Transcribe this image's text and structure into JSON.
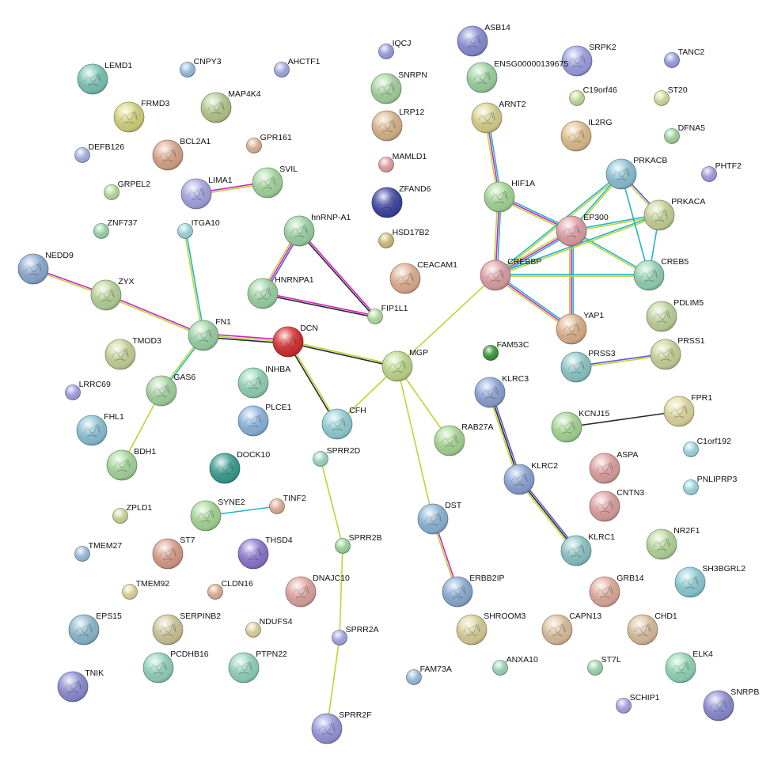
{
  "edge_types": {
    "database": "#21b5c9",
    "experimental": "#d41ec8",
    "textmining": "#bcd634",
    "coexpression": "#2a2a2a",
    "homology": "#5a5ad0"
  },
  "nodes": [
    {
      "id": "LEMD1",
      "label": "LEMD1",
      "size": "large",
      "color": "#7ec8b8"
    },
    {
      "id": "CNPY3",
      "label": "CNPY3",
      "size": "small",
      "color": "#9dc2e2"
    },
    {
      "id": "AHCTF1",
      "label": "AHCTF1",
      "size": "small",
      "color": "#a6afe6"
    },
    {
      "id": "IQCJ",
      "label": "IQCJ",
      "size": "small",
      "color": "#9ea2e6"
    },
    {
      "id": "ASB14",
      "label": "ASB14",
      "size": "large",
      "color": "#8a8fd6"
    },
    {
      "id": "SRPK2",
      "label": "SRPK2",
      "size": "large",
      "color": "#9ea2e6"
    },
    {
      "id": "TANC2",
      "label": "TANC2",
      "size": "small",
      "color": "#9ea2e6"
    },
    {
      "id": "FRMD3",
      "label": "FRMD3",
      "size": "large",
      "color": "#d6d67e"
    },
    {
      "id": "MAP4K4",
      "label": "MAP4K4",
      "size": "large",
      "color": "#b8cc90"
    },
    {
      "id": "SNRPN",
      "label": "SNRPN",
      "size": "large",
      "color": "#a7d6a0"
    },
    {
      "id": "ENSG",
      "label": "ENSG00000139675",
      "size": "large",
      "color": "#9ed6a2"
    },
    {
      "id": "C19orf46",
      "label": "C19orf46",
      "size": "small",
      "color": "#c8e2a0"
    },
    {
      "id": "ST20",
      "label": "ST20",
      "size": "small",
      "color": "#d6e2a0"
    },
    {
      "id": "DEFB126",
      "label": "DEFB126",
      "size": "small",
      "color": "#a9b8e6"
    },
    {
      "id": "BCL2A1",
      "label": "BCL2A1",
      "size": "large",
      "color": "#dba88a"
    },
    {
      "id": "GPR161",
      "label": "GPR161",
      "size": "small",
      "color": "#e2b89a"
    },
    {
      "id": "LRP12",
      "label": "LRP12",
      "size": "large",
      "color": "#dcb88e"
    },
    {
      "id": "ARNT2",
      "label": "ARNT2",
      "size": "large",
      "color": "#dcd490"
    },
    {
      "id": "IL2RG",
      "label": "IL2RG",
      "size": "large",
      "color": "#e2c28e"
    },
    {
      "id": "DFNA5",
      "label": "DFNA5",
      "size": "small",
      "color": "#a6daa0"
    },
    {
      "id": "GRPEL2",
      "label": "GRPEL2",
      "size": "small",
      "color": "#bce2a0"
    },
    {
      "id": "LIMA1",
      "label": "LIMA1",
      "size": "large",
      "color": "#a8a8e6"
    },
    {
      "id": "SVIL",
      "label": "SVIL",
      "size": "large",
      "color": "#a6daa0"
    },
    {
      "id": "MAMLD1",
      "label": "MAMLD1",
      "size": "small",
      "color": "#e8a4a4"
    },
    {
      "id": "ZFAND6",
      "label": "ZFAND6",
      "size": "large",
      "color": "#3e46a6"
    },
    {
      "id": "PRKACB",
      "label": "PRKACB",
      "size": "large",
      "color": "#8ec4d8"
    },
    {
      "id": "PHTF2",
      "label": "PHTF2",
      "size": "small",
      "color": "#a8a2e6"
    },
    {
      "id": "ZNF737",
      "label": "ZNF737",
      "size": "small",
      "color": "#9edab0"
    },
    {
      "id": "ITGA10",
      "label": "ITGA10",
      "size": "small",
      "color": "#a2dce2"
    },
    {
      "id": "hnRNPA1a",
      "label": "hnRNP-A1",
      "size": "large",
      "color": "#9ed6a8"
    },
    {
      "id": "HSD17B2",
      "label": "HSD17B2",
      "size": "small",
      "color": "#d2c27a"
    },
    {
      "id": "HIF1A",
      "label": "HIF1A",
      "size": "large",
      "color": "#a8da96"
    },
    {
      "id": "PRKACA",
      "label": "PRKACA",
      "size": "large",
      "color": "#c8d69a"
    },
    {
      "id": "EP300",
      "label": "EP300",
      "size": "large",
      "color": "#e2a2aa"
    },
    {
      "id": "NEDD9",
      "label": "NEDD9",
      "size": "large",
      "color": "#8eaed4"
    },
    {
      "id": "CEACAM1",
      "label": "CEACAM1",
      "size": "large",
      "color": "#e2b294"
    },
    {
      "id": "HNRNPA1",
      "label": "HNRNPA1",
      "size": "large",
      "color": "#9ed6a8"
    },
    {
      "id": "CREBBP",
      "label": "CREBBP",
      "size": "large",
      "color": "#e0a2a8"
    },
    {
      "id": "CREB5",
      "label": "CREB5",
      "size": "large",
      "color": "#94d6b4"
    },
    {
      "id": "ZYX",
      "label": "ZYX",
      "size": "large",
      "color": "#b8d69a"
    },
    {
      "id": "FIP1L1",
      "label": "FIP1L1",
      "size": "small",
      "color": "#b8e2a8"
    },
    {
      "id": "PDLIM5",
      "label": "PDLIM5",
      "size": "large",
      "color": "#c2d69c"
    },
    {
      "id": "FN1",
      "label": "FN1",
      "size": "large",
      "color": "#9ed6a8"
    },
    {
      "id": "DCN",
      "label": "DCN",
      "size": "large",
      "color": "#d8302e"
    },
    {
      "id": "YAP1",
      "label": "YAP1",
      "size": "large",
      "color": "#e2b48e"
    },
    {
      "id": "TMOD3",
      "label": "TMOD3",
      "size": "large",
      "color": "#c8d69a"
    },
    {
      "id": "PRSS1",
      "label": "PRSS1",
      "size": "large",
      "color": "#ccd69a"
    },
    {
      "id": "FAM53C",
      "label": "FAM53C",
      "size": "small",
      "color": "#3c9a3c"
    },
    {
      "id": "PRSS3",
      "label": "PRSS3",
      "size": "large",
      "color": "#8ecacb"
    },
    {
      "id": "MGP",
      "label": "MGP",
      "size": "large",
      "color": "#c2dc8e"
    },
    {
      "id": "INHBA",
      "label": "INHBA",
      "size": "large",
      "color": "#94d6b8"
    },
    {
      "id": "GAS6",
      "label": "GAS6",
      "size": "large",
      "color": "#a8d8a2"
    },
    {
      "id": "LRRC69",
      "label": "LRRC69",
      "size": "small",
      "color": "#a8a2e6"
    },
    {
      "id": "KLRC3",
      "label": "KLRC3",
      "size": "large",
      "color": "#8ea6d8"
    },
    {
      "id": "FPR1",
      "label": "FPR1",
      "size": "large",
      "color": "#e2dc9e"
    },
    {
      "id": "FHL1",
      "label": "FHL1",
      "size": "large",
      "color": "#8ec4d8"
    },
    {
      "id": "PLCE1",
      "label": "PLCE1",
      "size": "large",
      "color": "#8eb8e2"
    },
    {
      "id": "CFH",
      "label": "CFH",
      "size": "large",
      "color": "#94d2d8"
    },
    {
      "id": "KCNJ15",
      "label": "KCNJ15",
      "size": "large",
      "color": "#a8da96"
    },
    {
      "id": "RAB27A",
      "label": "RAB27A",
      "size": "large",
      "color": "#a8da96"
    },
    {
      "id": "C1orf192",
      "label": "C1orf192",
      "size": "small",
      "color": "#a2dce2"
    },
    {
      "id": "BDH1",
      "label": "BDH1",
      "size": "large",
      "color": "#a8da9e"
    },
    {
      "id": "DOCK10",
      "label": "DOCK10",
      "size": "large",
      "color": "#3aa092"
    },
    {
      "id": "SPRR2D",
      "label": "SPRR2D",
      "size": "small",
      "color": "#a2dcc8"
    },
    {
      "id": "ASPA",
      "label": "ASPA",
      "size": "large",
      "color": "#e2a2a2"
    },
    {
      "id": "KLRC2",
      "label": "KLRC2",
      "size": "large",
      "color": "#8ea6d8"
    },
    {
      "id": "PNLIPRP3",
      "label": "PNLIPRP3",
      "size": "small",
      "color": "#a2dce2"
    },
    {
      "id": "ZPLD1",
      "label": "ZPLD1",
      "size": "small",
      "color": "#d2dc9a"
    },
    {
      "id": "SYNE2",
      "label": "SYNE2",
      "size": "large",
      "color": "#a8da96"
    },
    {
      "id": "TINF2",
      "label": "TINF2",
      "size": "small",
      "color": "#e2b49a"
    },
    {
      "id": "CNTN3",
      "label": "CNTN3",
      "size": "large",
      "color": "#e2a2a2"
    },
    {
      "id": "DST",
      "label": "DST",
      "size": "large",
      "color": "#8eb8d8"
    },
    {
      "id": "NR2F1",
      "label": "NR2F1",
      "size": "large",
      "color": "#b8da9e"
    },
    {
      "id": "TMEM27",
      "label": "TMEM27",
      "size": "small",
      "color": "#9ec2e2"
    },
    {
      "id": "ST7",
      "label": "ST7",
      "size": "large",
      "color": "#dca08c"
    },
    {
      "id": "THSD4",
      "label": "THSD4",
      "size": "large",
      "color": "#8e78d0"
    },
    {
      "id": "SPRR2B",
      "label": "SPRR2B",
      "size": "small",
      "color": "#9edaa0"
    },
    {
      "id": "KLRC1",
      "label": "KLRC1",
      "size": "large",
      "color": "#8ec8c8"
    },
    {
      "id": "SH3BGRL2",
      "label": "SH3BGRL2",
      "size": "large",
      "color": "#8ed0d8"
    },
    {
      "id": "TMEM92",
      "label": "TMEM92",
      "size": "small",
      "color": "#e2dca2"
    },
    {
      "id": "CLDN16",
      "label": "CLDN16",
      "size": "small",
      "color": "#e2b49a"
    },
    {
      "id": "DNAJC10",
      "label": "DNAJC10",
      "size": "large",
      "color": "#e2a8a2"
    },
    {
      "id": "ERBB2IP",
      "label": "ERBB2IP",
      "size": "large",
      "color": "#8eaed8"
    },
    {
      "id": "GRB14",
      "label": "GRB14",
      "size": "large",
      "color": "#e2ae9e"
    },
    {
      "id": "EPS15",
      "label": "EPS15",
      "size": "large",
      "color": "#8ebcd0"
    },
    {
      "id": "SERPINB2",
      "label": "SERPINB2",
      "size": "large",
      "color": "#d2c89a"
    },
    {
      "id": "NDUFS4",
      "label": "NDUFS4",
      "size": "small",
      "color": "#e2d6a0"
    },
    {
      "id": "SPRR2A",
      "label": "SPRR2A",
      "size": "small",
      "color": "#a8aae6"
    },
    {
      "id": "SHROOM3",
      "label": "SHROOM3",
      "size": "large",
      "color": "#dcd29a"
    },
    {
      "id": "CAPN13",
      "label": "CAPN13",
      "size": "large",
      "color": "#e0c2a0"
    },
    {
      "id": "CHD1",
      "label": "CHD1",
      "size": "large",
      "color": "#dcc2a0"
    },
    {
      "id": "ELK4",
      "label": "ELK4",
      "size": "large",
      "color": "#94dab8"
    },
    {
      "id": "PCDHB16",
      "label": "PCDHB16",
      "size": "large",
      "color": "#94d6c0"
    },
    {
      "id": "PTPN22",
      "label": "PTPN22",
      "size": "large",
      "color": "#94d6c0"
    },
    {
      "id": "ANXA10",
      "label": "ANXA10",
      "size": "small",
      "color": "#a2dcc0"
    },
    {
      "id": "ST7L",
      "label": "ST7L",
      "size": "small",
      "color": "#a2dcb4"
    },
    {
      "id": "FAM73A",
      "label": "FAM73A",
      "size": "small",
      "color": "#9ec2e2"
    },
    {
      "id": "TNIK",
      "label": "TNIK",
      "size": "large",
      "color": "#8e8ed6"
    },
    {
      "id": "SCHIP1",
      "label": "SCHIP1",
      "size": "small",
      "color": "#a8aae6"
    },
    {
      "id": "SNRPB",
      "label": "SNRPB",
      "size": "large",
      "color": "#8e8ed6"
    },
    {
      "id": "SPRR2F",
      "label": "SPRR2F",
      "size": "large",
      "color": "#9a9ae0"
    }
  ],
  "edges": [
    {
      "source": "LIMA1",
      "target": "SVIL",
      "types": [
        "experimental",
        "textmining"
      ]
    },
    {
      "source": "NEDD9",
      "target": "ZYX",
      "types": [
        "experimental",
        "textmining"
      ]
    },
    {
      "source": "ZYX",
      "target": "FN1",
      "types": [
        "experimental",
        "textmining"
      ]
    },
    {
      "source": "ITGA10",
      "target": "FN1",
      "types": [
        "database",
        "textmining"
      ]
    },
    {
      "source": "FN1",
      "target": "GAS6",
      "types": [
        "database",
        "textmining"
      ]
    },
    {
      "source": "GAS6",
      "target": "BDH1",
      "types": [
        "textmining"
      ]
    },
    {
      "source": "FN1",
      "target": "DCN",
      "types": [
        "experimental",
        "textmining",
        "coexpression"
      ]
    },
    {
      "source": "hnRNPA1a",
      "target": "HNRNPA1",
      "types": [
        "homology",
        "experimental",
        "textmining"
      ]
    },
    {
      "source": "hnRNPA1a",
      "target": "FIP1L1",
      "types": [
        "experimental",
        "coexpression"
      ]
    },
    {
      "source": "HNRNPA1",
      "target": "FIP1L1",
      "types": [
        "experimental",
        "coexpression"
      ]
    },
    {
      "source": "DCN",
      "target": "MGP",
      "types": [
        "textmining",
        "coexpression"
      ]
    },
    {
      "source": "DCN",
      "target": "CFH",
      "types": [
        "textmining",
        "coexpression"
      ]
    },
    {
      "source": "MGP",
      "target": "CFH",
      "types": [
        "textmining"
      ]
    },
    {
      "source": "MGP",
      "target": "CREBBP",
      "types": [
        "textmining"
      ]
    },
    {
      "source": "MGP",
      "target": "RAB27A",
      "types": [
        "textmining"
      ]
    },
    {
      "source": "MGP",
      "target": "DST",
      "types": [
        "textmining"
      ]
    },
    {
      "source": "DST",
      "target": "ERBB2IP",
      "types": [
        "experimental",
        "textmining"
      ]
    },
    {
      "source": "SPRR2D",
      "target": "SPRR2B",
      "types": [
        "textmining"
      ]
    },
    {
      "source": "SPRR2B",
      "target": "SPRR2A",
      "types": [
        "textmining"
      ]
    },
    {
      "source": "SPRR2A",
      "target": "SPRR2F",
      "types": [
        "textmining"
      ]
    },
    {
      "source": "SYNE2",
      "target": "TINF2",
      "types": [
        "database"
      ]
    },
    {
      "source": "ARNT2",
      "target": "HIF1A",
      "types": [
        "database",
        "experimental",
        "textmining"
      ]
    },
    {
      "source": "HIF1A",
      "target": "EP300",
      "types": [
        "database",
        "experimental",
        "textmining"
      ]
    },
    {
      "source": "HIF1A",
      "target": "CREBBP",
      "types": [
        "database",
        "experimental",
        "textmining"
      ]
    },
    {
      "source": "EP300",
      "target": "CREBBP",
      "types": [
        "database",
        "experimental",
        "textmining"
      ]
    },
    {
      "source": "EP300",
      "target": "PRKACB",
      "types": [
        "database",
        "textmining"
      ]
    },
    {
      "source": "EP300",
      "target": "PRKACA",
      "types": [
        "database",
        "textmining"
      ]
    },
    {
      "source": "EP300",
      "target": "CREB5",
      "types": [
        "database",
        "textmining"
      ]
    },
    {
      "source": "EP300",
      "target": "YAP1",
      "types": [
        "database",
        "experimental",
        "textmining"
      ]
    },
    {
      "source": "CREBBP",
      "target": "PRKACB",
      "types": [
        "database",
        "textmining"
      ]
    },
    {
      "source": "CREBBP",
      "target": "PRKACA",
      "types": [
        "database",
        "textmining"
      ]
    },
    {
      "source": "CREBBP",
      "target": "CREB5",
      "types": [
        "database",
        "textmining"
      ]
    },
    {
      "source": "CREBBP",
      "target": "YAP1",
      "types": [
        "database",
        "experimental",
        "textmining"
      ]
    },
    {
      "source": "PRKACB",
      "target": "PRKACA",
      "types": [
        "homology",
        "textmining"
      ]
    },
    {
      "source": "PRKACB",
      "target": "CREB5",
      "types": [
        "database"
      ]
    },
    {
      "source": "PRKACA",
      "target": "CREB5",
      "types": [
        "database"
      ]
    },
    {
      "source": "PRSS3",
      "target": "PRSS1",
      "types": [
        "homology",
        "textmining"
      ]
    },
    {
      "source": "KCNJ15",
      "target": "FPR1",
      "types": [
        "coexpression"
      ]
    },
    {
      "source": "KLRC3",
      "target": "KLRC2",
      "types": [
        "homology",
        "coexpression",
        "textmining"
      ]
    },
    {
      "source": "KLRC2",
      "target": "KLRC1",
      "types": [
        "homology",
        "coexpression",
        "textmining"
      ]
    }
  ]
}
